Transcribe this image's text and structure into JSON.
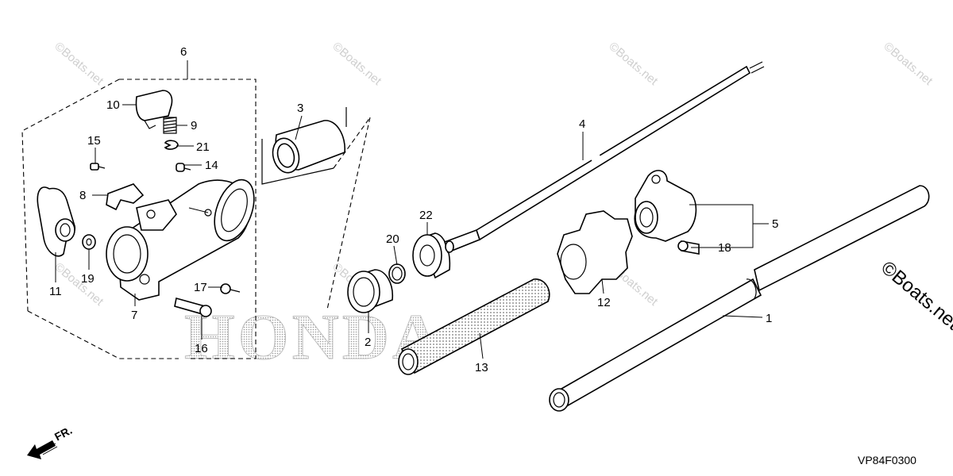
{
  "diagram_code": "VP84F0300",
  "brand_watermark": "HONDA",
  "site_watermark": "©Boats.net",
  "direction_label": "FR.",
  "callouts": {
    "c1": "1",
    "c2": "2",
    "c3": "3",
    "c4": "4",
    "c5": "5",
    "c6": "6",
    "c7": "7",
    "c8": "8",
    "c9": "9",
    "c10": "10",
    "c11": "11",
    "c12": "12",
    "c13": "13",
    "c14": "14",
    "c15": "15",
    "c16": "16",
    "c17": "17",
    "c18": "18",
    "c19": "19",
    "c20": "20",
    "c21": "21",
    "c22": "22"
  }
}
